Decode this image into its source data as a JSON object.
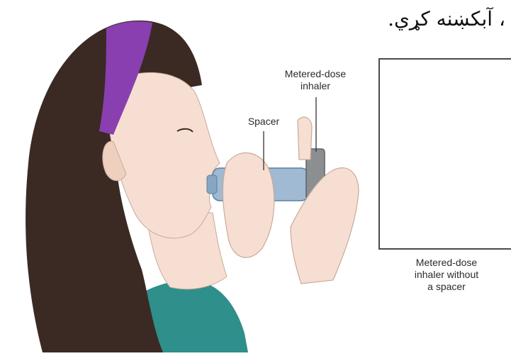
{
  "header": {
    "rtl_text": "، آبکښنه کړي."
  },
  "labels": {
    "metered_dose_line1": "Metered-dose",
    "metered_dose_line2": "inhaler",
    "spacer": "Spacer",
    "inset_caption_line1": "Metered-dose",
    "inset_caption_line2": "inhaler without",
    "inset_caption_line3": "a spacer"
  },
  "colors": {
    "hair": "#3b2a24",
    "headband": "#8a3fb0",
    "skin": "#f6dfd2",
    "shirt": "#2f8f8a",
    "spacer_body": "#9fbad2",
    "inhaler_gray": "#8c8f92",
    "cap_white": "#f0f0f0"
  }
}
